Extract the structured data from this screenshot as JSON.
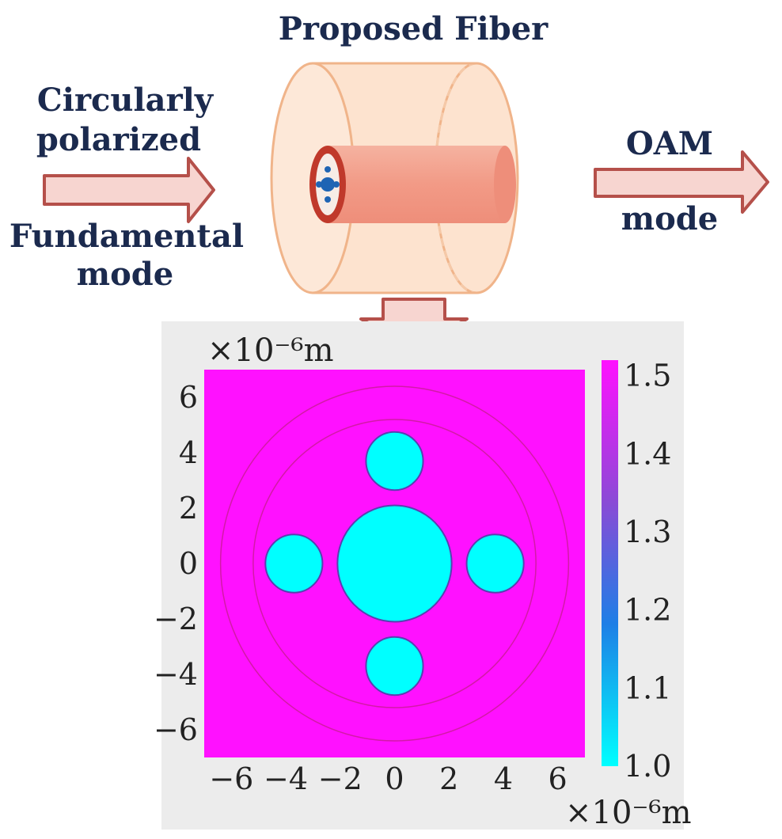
{
  "top": {
    "title": "Proposed Fiber",
    "input_label_line1": "Circularly",
    "input_label_line2": "polarized",
    "input_label_line3": "Fundamental",
    "input_label_line4": "mode",
    "output_label_line1": "OAM",
    "output_label_line2": "mode"
  },
  "colors": {
    "background": "#ffffff",
    "panel": "#ececec",
    "text": "#1b2a4e",
    "arrow_fill": "#f7d5d0",
    "arrow_stroke": "#b5504a",
    "cylinder_fill": "#fde3cf",
    "cylinder_stroke": "#f0b48a",
    "core_tube": "#f2a18f",
    "ring_red": "#c0392b",
    "hole_blue": "#1e64b4",
    "high_index": "#ff11ff",
    "low_index": "#00ffff"
  },
  "chart_data": {
    "type": "heatmap",
    "x_unit": "×10⁻⁶m",
    "y_unit": "×10⁻⁶m",
    "xlim": [
      -7,
      7
    ],
    "ylim": [
      -7,
      7
    ],
    "x_ticks": [
      "−6",
      "−4",
      "−2",
      "0",
      "2",
      "4",
      "6"
    ],
    "y_ticks": [
      "6",
      "4",
      "2",
      "0",
      "−2",
      "−4",
      "−6"
    ],
    "colorbar": {
      "min": 1.0,
      "max": 1.52,
      "ticks": [
        "1.5",
        "1.4",
        "1.3",
        "1.2",
        "1.1",
        "1.0"
      ],
      "colors": [
        "#00ffff",
        "#1e7fe6",
        "#8a4bd6",
        "#ff11ff"
      ]
    },
    "background_index": 1.52,
    "rings": [
      {
        "cx": 0,
        "cy": 0,
        "r": 5.2
      },
      {
        "cx": 0,
        "cy": 0,
        "r": 6.4
      }
    ],
    "holes": [
      {
        "cx": 0,
        "cy": 0,
        "r": 2.1,
        "index": 1.0
      },
      {
        "cx": 0,
        "cy": 3.7,
        "r": 1.05,
        "index": 1.0
      },
      {
        "cx": 0,
        "cy": -3.7,
        "r": 1.05,
        "index": 1.0
      },
      {
        "cx": -3.7,
        "cy": 0,
        "r": 1.05,
        "index": 1.0
      },
      {
        "cx": 3.7,
        "cy": 0,
        "r": 1.05,
        "index": 1.0
      }
    ]
  }
}
